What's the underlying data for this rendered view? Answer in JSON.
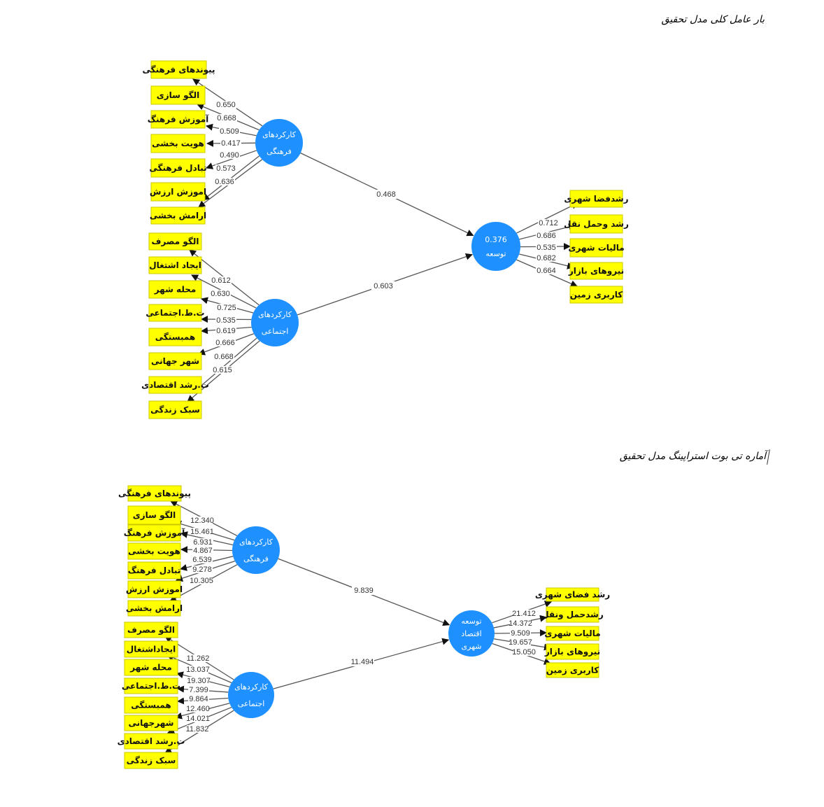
{
  "captions": {
    "outer_loadings": "بار عامل کلی مدل تحقیق",
    "bootstrap": "آماره تی بوت استراپینگ مدل تحقیق"
  },
  "colors": {
    "latent_node": "#1e90ff",
    "indicator_box": "#ffff00",
    "edge": "#555555"
  },
  "models": [
    {
      "name": "outer-loadings-model",
      "constructs": {
        "cultural": {
          "label_lines": [
            "کارکردهای",
            "فرهنگی"
          ],
          "indicators": [
            {
              "label": "پیوندهای فرهنگی",
              "value": "0.650"
            },
            {
              "label": "الگو سازی",
              "value": "0.668"
            },
            {
              "label": "آموزش فرهنگ",
              "value": "0.509"
            },
            {
              "label": "هویت بخشی",
              "value": "0.417"
            },
            {
              "label": "تبادل فرهنگی",
              "value": "0.490"
            },
            {
              "label": "اموزش ارزش",
              "value": "0.573"
            },
            {
              "label": "ارامش بخشی",
              "value": "0.636"
            }
          ]
        },
        "social": {
          "label_lines": [
            "کارکردهای",
            "اجتماعی"
          ],
          "indicators": [
            {
              "label": "الگو مصرف",
              "value": "0.612"
            },
            {
              "label": "ایجاد اشتغال",
              "value": "0.630"
            },
            {
              "label": "محله شهر",
              "value": "0.725"
            },
            {
              "label": "ت.ط.اجتماعی",
              "value": "0.535"
            },
            {
              "label": "همبستگی",
              "value": "0.619"
            },
            {
              "label": "شهر جهانی",
              "value": "0.666"
            },
            {
              "label": "ت.رشد اقتصادی",
              "value": "0.668"
            },
            {
              "label": "سبک زندگی",
              "value": "0.615"
            }
          ]
        },
        "development": {
          "label_lines": [
            "0.376",
            "توسعه"
          ],
          "r_squared": "0.376",
          "indicators": [
            {
              "label": "رشدفضا شهری",
              "value": "0.712"
            },
            {
              "label": "رشد وحمل نقل",
              "value": "0.686"
            },
            {
              "label": "مالیات شهری",
              "value": "0.535"
            },
            {
              "label": "نیروهای بازار",
              "value": "0.682"
            },
            {
              "label": "کاربری زمین",
              "value": "0.664"
            }
          ]
        }
      },
      "paths": {
        "cultural_to_development": "0.468",
        "social_to_development": "0.603"
      }
    },
    {
      "name": "bootstrap-t-model",
      "constructs": {
        "cultural": {
          "label_lines": [
            "کارکردهای",
            "فرهنگی"
          ],
          "indicators": [
            {
              "label": "پیوندهای فرهنگی",
              "value": "12.340"
            },
            {
              "label": "الگو سازی",
              "value": "15.461"
            },
            {
              "label": "آموزش فرهنگ",
              "value": "6.931"
            },
            {
              "label": "هویت بخشی",
              "value": "4.867"
            },
            {
              "label": "تبادل فرهنگ",
              "value": "6.539"
            },
            {
              "label": "اموزش ارزش",
              "value": "9.278"
            },
            {
              "label": "ارامش بخشی",
              "value": "10.305"
            }
          ]
        },
        "social": {
          "label_lines": [
            "کارکردهای",
            "اجتماعی"
          ],
          "indicators": [
            {
              "label": "الگو مصرف",
              "value": "11.262"
            },
            {
              "label": "ایجاداشتغال",
              "value": "13.037"
            },
            {
              "label": "محله شهر",
              "value": "19.307"
            },
            {
              "label": "ت.ط.اجتماعی",
              "value": "7.399"
            },
            {
              "label": "همبستگی",
              "value": "9.864"
            },
            {
              "label": "شهرجهانی",
              "value": "12.460"
            },
            {
              "label": "ت.رشد اقتصادی",
              "value": "14.021"
            },
            {
              "label": "سبک زندگی",
              "value": "11.832"
            }
          ]
        },
        "development": {
          "label_lines": [
            "توسعه",
            "اقتصاد",
            "شهری"
          ],
          "indicators": [
            {
              "label": "رشد فضای شهری",
              "value": "21.412"
            },
            {
              "label": "رشدحمل ونقل",
              "value": "14.372"
            },
            {
              "label": "مالیات شهری",
              "value": "9.509"
            },
            {
              "label": "نیروهای بازار",
              "value": "19.657"
            },
            {
              "label": "کاربری زمین",
              "value": "15.050"
            }
          ]
        }
      },
      "paths": {
        "cultural_to_development": "9.839",
        "social_to_development": "11.494"
      }
    }
  ]
}
